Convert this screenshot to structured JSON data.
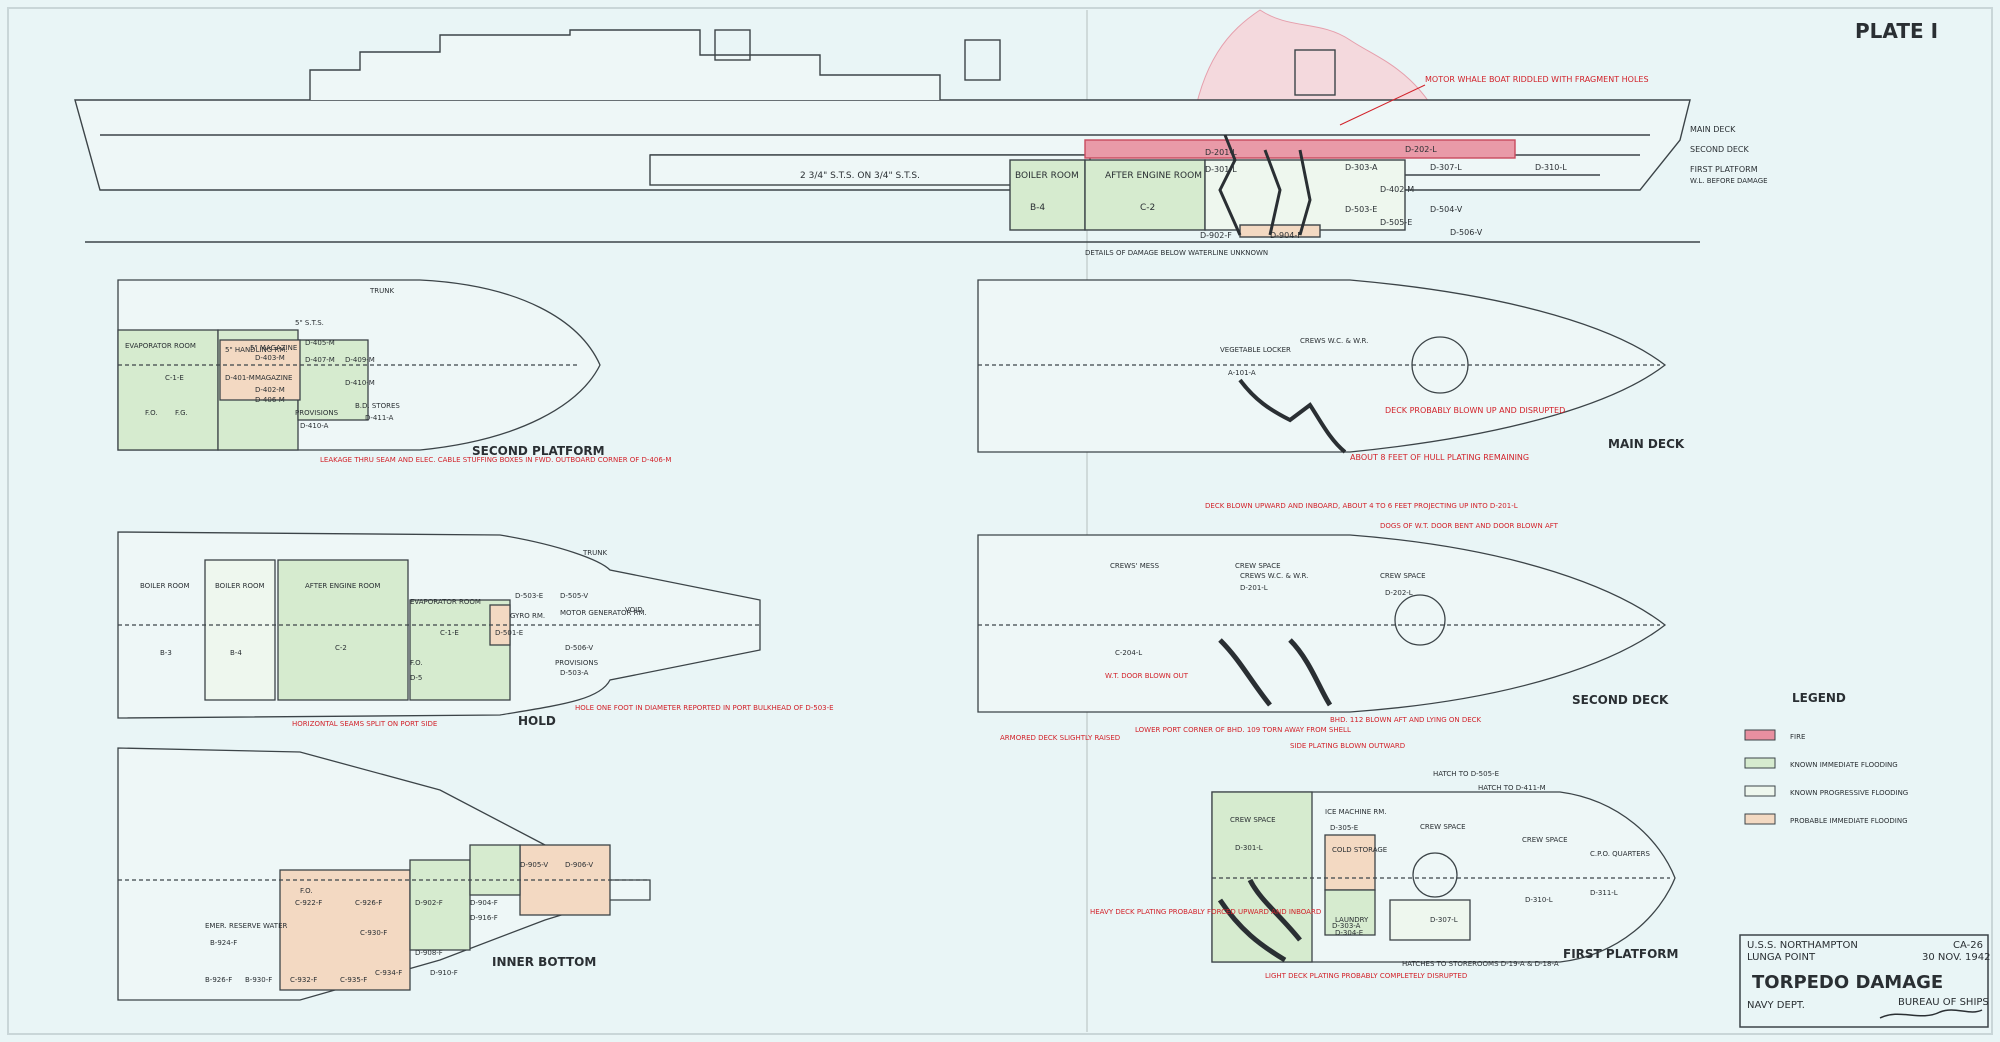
{
  "plate": "PLATE I",
  "legend": {
    "title": "LEGEND",
    "items": [
      {
        "label": "FIRE",
        "color": "#e88fa0"
      },
      {
        "label": "KNOWN IMMEDIATE FLOODING",
        "color": "#d6ebcf"
      },
      {
        "label": "KNOWN PROGRESSIVE FLOODING",
        "color": "#eef7ee"
      },
      {
        "label": "PROBABLE IMMEDIATE FLOODING",
        "color": "#f3d9c2"
      }
    ]
  },
  "title_block": {
    "ship": "U.S.S. NORTHAMPTON",
    "hull": "CA-26",
    "place": "LUNGA POINT",
    "date": "30 NOV. 1942",
    "title": "TORPEDO DAMAGE",
    "dept": "NAVY DEPT.",
    "bureau": "BUREAU OF SHIPS"
  },
  "profile": {
    "deck_labels": [
      "MAIN DECK",
      "SECOND DECK",
      "FIRST PLATFORM",
      "W.L. BEFORE DAMAGE"
    ],
    "notes": {
      "boat": "MOTOR WHALE BOAT RIDDLED WITH FRAGMENT HOLES",
      "below": "DETAILS OF DAMAGE BELOW WATERLINE UNKNOWN"
    },
    "compartments": [
      "2 3/4\" S.T.S. ON 3/4\" S.T.S.",
      "BOILER ROOM",
      "AFTER ENGINE ROOM",
      "B-4",
      "C-2",
      "D-201-L",
      "D-202-L",
      "D-301-L",
      "D-303-A",
      "D-307-L",
      "D-310-L",
      "D-402-M",
      "D-503-E",
      "D-504-V",
      "D-505-E",
      "D-506-V",
      "D-902-F",
      "D-904-F"
    ]
  },
  "views": {
    "second_platform": {
      "title": "SECOND PLATFORM",
      "labels": [
        "TRUNK",
        "EVAPORATOR ROOM",
        "C-1-E",
        "5\" HANDLING RM.",
        "D-401-M",
        "5\" MAGAZINE",
        "D-403-M",
        "MAGAZINE",
        "D-402-M",
        "D-405-M",
        "D-406-M",
        "D-407-M",
        "D-409-M",
        "D-410-M",
        "5\" S.T.S.",
        "B.D. STORES",
        "D-411-A",
        "PROVISIONS",
        "D-410-A",
        "F.O.",
        "F.G."
      ],
      "note": "LEAKAGE THRU SEAM AND ELEC. CABLE STUFFING BOXES IN FWD. OUTBOARD CORNER OF D-406-M"
    },
    "main_deck": {
      "title": "MAIN DECK",
      "labels": [
        "VEGETABLE LOCKER",
        "A-101-A",
        "CREWS W.C. & W.R."
      ],
      "notes": [
        "DECK PROBABLY BLOWN UP AND DISRUPTED",
        "ABOUT 8 FEET OF HULL PLATING REMAINING"
      ]
    },
    "hold": {
      "title": "HOLD",
      "labels": [
        "TRUNK",
        "BOILER ROOM",
        "AFTER ENGINE ROOM",
        "EVAPORATOR ROOM",
        "D-503-E",
        "D-505-V",
        "MOTOR GENERATOR RM.",
        "VOID",
        "B-3",
        "B-4",
        "C-2",
        "C-1-E",
        "D-501-E",
        "GYRO RM.",
        "PROVISIONS",
        "D-503-A",
        "D-506-V",
        "F.O.",
        "D-5"
      ],
      "notes": [
        "HORIZONTAL SEAMS SPLIT ON PORT SIDE",
        "HOLE ONE FOOT IN DIAMETER REPORTED IN PORT BULKHEAD OF D-503-E"
      ]
    },
    "second_deck": {
      "title": "SECOND DECK",
      "labels": [
        "CREWS' MESS",
        "CREW SPACE",
        "CREWS W.C. & W.R.",
        "D-201-L",
        "CREW SPACE",
        "D-202-L",
        "C-204-L"
      ],
      "notes": [
        "DECK BLOWN UPWARD AND INBOARD, ABOUT 4 TO 6 FEET PROJECTING UP INTO D-201-L",
        "DOGS OF W.T. DOOR BENT AND DOOR BLOWN AFT",
        "W.T. DOOR BLOWN OUT",
        "ARMORED DECK SLIGHTLY RAISED",
        "LOWER PORT CORNER OF BHD. 109 TORN AWAY FROM SHELL",
        "BHD. 112 BLOWN AFT AND LYING ON DECK",
        "SIDE PLATING BLOWN OUTWARD"
      ]
    },
    "inner_bottom": {
      "title": "INNER BOTTOM",
      "labels": [
        "D-905-V",
        "D-906-V",
        "F.O.",
        "C-922-F",
        "C-926-F",
        "D-902-F",
        "D-904-F",
        "D-916-F",
        "C-930-F",
        "C-934-F",
        "D-908-F",
        "D-910-F",
        "EMER. RESERVE WATER",
        "B-924-F",
        "B-926-F",
        "B-930-F",
        "C-932-F",
        "C-935-F"
      ]
    },
    "first_platform": {
      "title": "FIRST PLATFORM",
      "labels": [
        "CREW SPACE",
        "D-301-L",
        "ICE MACHINE RM.",
        "D-305-E",
        "COLD STORAGE",
        "D-303-A",
        "CREW SPACE",
        "D-307-L",
        "LAUNDRY",
        "D-304-E",
        "CREW SPACE",
        "D-310-L",
        "C.P.O. QUARTERS",
        "D-311-L"
      ],
      "notes": [
        "HATCH TO D-505-E",
        "HATCH TO D-411-M",
        "HEAVY DECK PLATING PROBABLY FORCED UPWARD AND INBOARD",
        "LIGHT DECK PLATING PROBABLY COMPLETELY DISRUPTED",
        "HATCHES TO STOREROOMS D-19-A & D-18-A"
      ]
    }
  }
}
